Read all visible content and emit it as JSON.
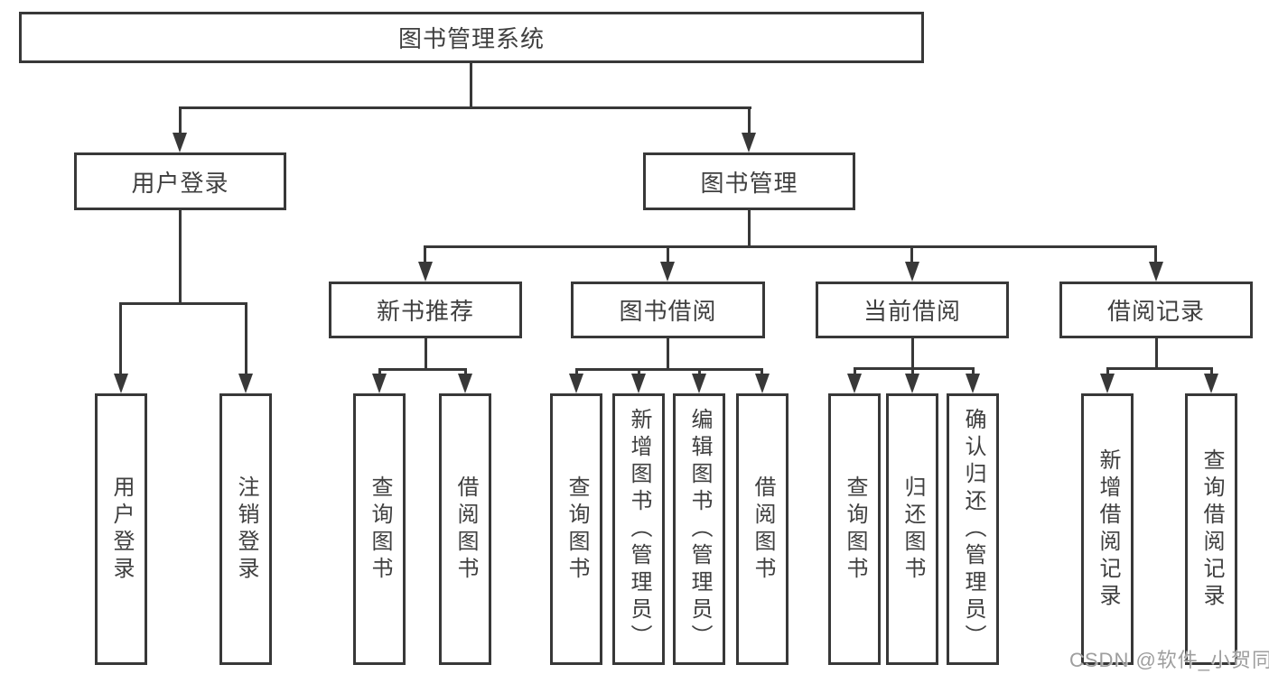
{
  "diagram": {
    "type": "tree",
    "title": "图书管理系统",
    "orientation": "top-down",
    "colors": {
      "background": "#ffffff",
      "box_border": "#383838",
      "connector_line": "#383838",
      "text": "#3f3f3f",
      "watermark": "#9e9e9e"
    }
  },
  "tree": {
    "label": "图书管理系统",
    "children": [
      {
        "label": "用户登录",
        "children": [
          {
            "label": "用户登录"
          },
          {
            "label": "注销登录"
          }
        ]
      },
      {
        "label": "图书管理",
        "children": [
          {
            "label": "新书推荐",
            "children": [
              {
                "label": "查询图书"
              },
              {
                "label": "借阅图书"
              }
            ]
          },
          {
            "label": "图书借阅",
            "children": [
              {
                "label": "查询图书"
              },
              {
                "label": "新增图书（管理员）"
              },
              {
                "label": "编辑图书（管理员）"
              },
              {
                "label": "借阅图书"
              }
            ]
          },
          {
            "label": "当前借阅",
            "children": [
              {
                "label": "查询图书"
              },
              {
                "label": "归还图书"
              },
              {
                "label": "确认归还（管理员）"
              }
            ]
          },
          {
            "label": "借阅记录",
            "children": [
              {
                "label": "新增借阅记录"
              },
              {
                "label": "查询借阅记录"
              }
            ]
          }
        ]
      }
    ]
  },
  "watermark": {
    "text": "CSDN @软件_小贺同学"
  }
}
